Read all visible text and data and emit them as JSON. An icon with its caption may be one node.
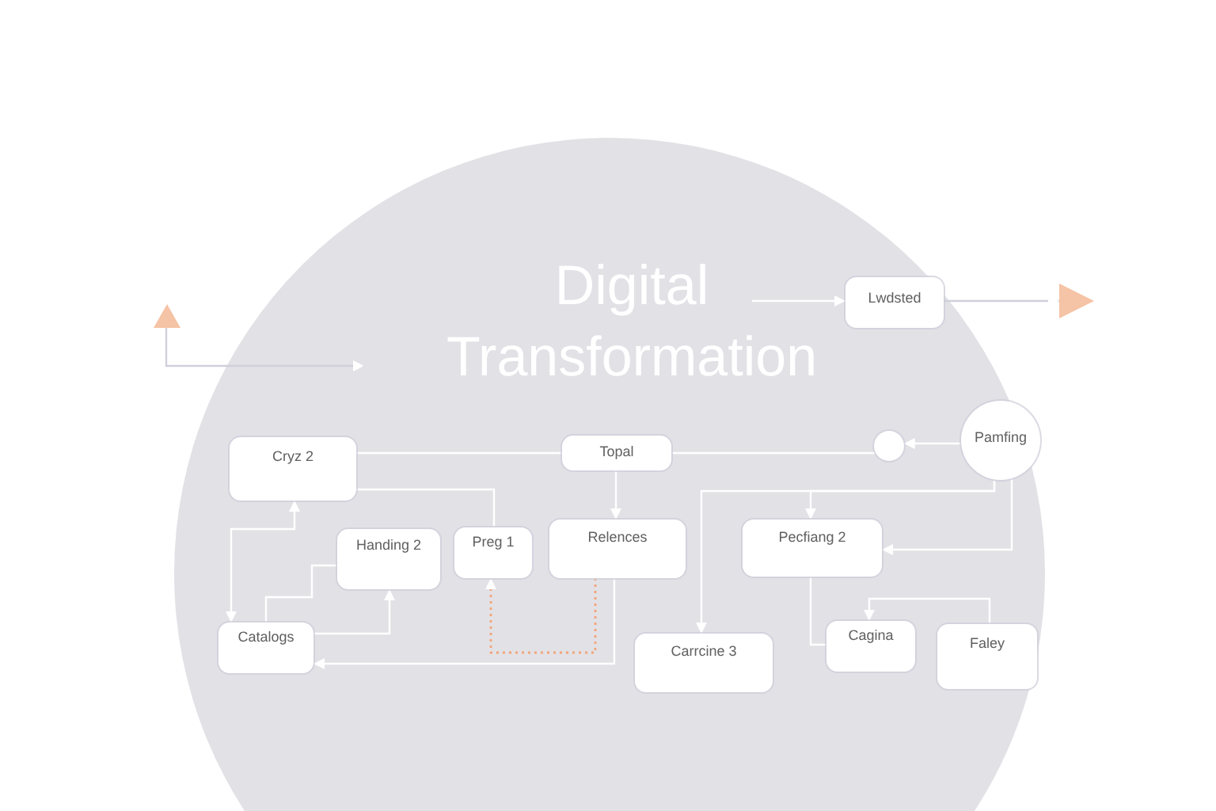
{
  "diagram": {
    "title": "Digital Transformation",
    "nodes": [
      {
        "text": [],
        "shape": "triangle"
      },
      {
        "text": [
          "Lwdsted"
        ]
      },
      {
        "text": [],
        "shape": "triangle"
      },
      {
        "text": [
          "Cryz 2"
        ]
      },
      {
        "text": [
          "Topal"
        ]
      },
      {
        "text": [],
        "shape": "circle"
      },
      {
        "text": [
          "Pamfing"
        ]
      },
      {
        "text": [
          "Handing 2"
        ]
      },
      {
        "text": [
          "Preg 1"
        ]
      },
      {
        "text": [
          "Relences"
        ]
      },
      {
        "text": [
          "Pecfiang 2"
        ]
      },
      {
        "text": [
          "Catalogs"
        ]
      },
      {
        "text": [
          "Carrcine 3"
        ]
      },
      {
        "text": [
          "Cagina"
        ]
      },
      {
        "text": [
          "Faley"
        ]
      }
    ],
    "edges": [
      {
        "from": 0,
        "to": null,
        "arrow": "to",
        "color": "#d0d0dc"
      },
      {
        "from": null,
        "to": 1,
        "arrow": "to"
      },
      {
        "from": 1,
        "to": 2,
        "arrow": "to",
        "color": "#d0d0dc"
      },
      {
        "from": 3,
        "to": 4,
        "arrow": "none"
      },
      {
        "from": 4,
        "to": 5,
        "arrow": "none"
      },
      {
        "from": 6,
        "to": 5,
        "arrow": "to"
      },
      {
        "from": 4,
        "to": 9,
        "arrow": "to"
      },
      {
        "from": 3,
        "to": 8,
        "arrow": "none"
      },
      {
        "from": 3,
        "to": 11,
        "arrow": "both"
      },
      {
        "from": 11,
        "to": 7,
        "arrow": "none"
      },
      {
        "from": 11,
        "to": 7,
        "arrow": "to"
      },
      {
        "from": 9,
        "to": 8,
        "arrow": "to",
        "style": "dashed",
        "color": "#f2a57a"
      },
      {
        "from": 9,
        "to": 11,
        "arrow": "to"
      },
      {
        "from": 6,
        "to": 12,
        "arrow": "to"
      },
      {
        "from": 6,
        "to": 10,
        "arrow": "to"
      },
      {
        "from": 6,
        "to": 10,
        "arrow": "to"
      },
      {
        "from": 10,
        "to": 13,
        "arrow": "none"
      },
      {
        "from": 14,
        "to": 13,
        "arrow": "to"
      }
    ]
  }
}
